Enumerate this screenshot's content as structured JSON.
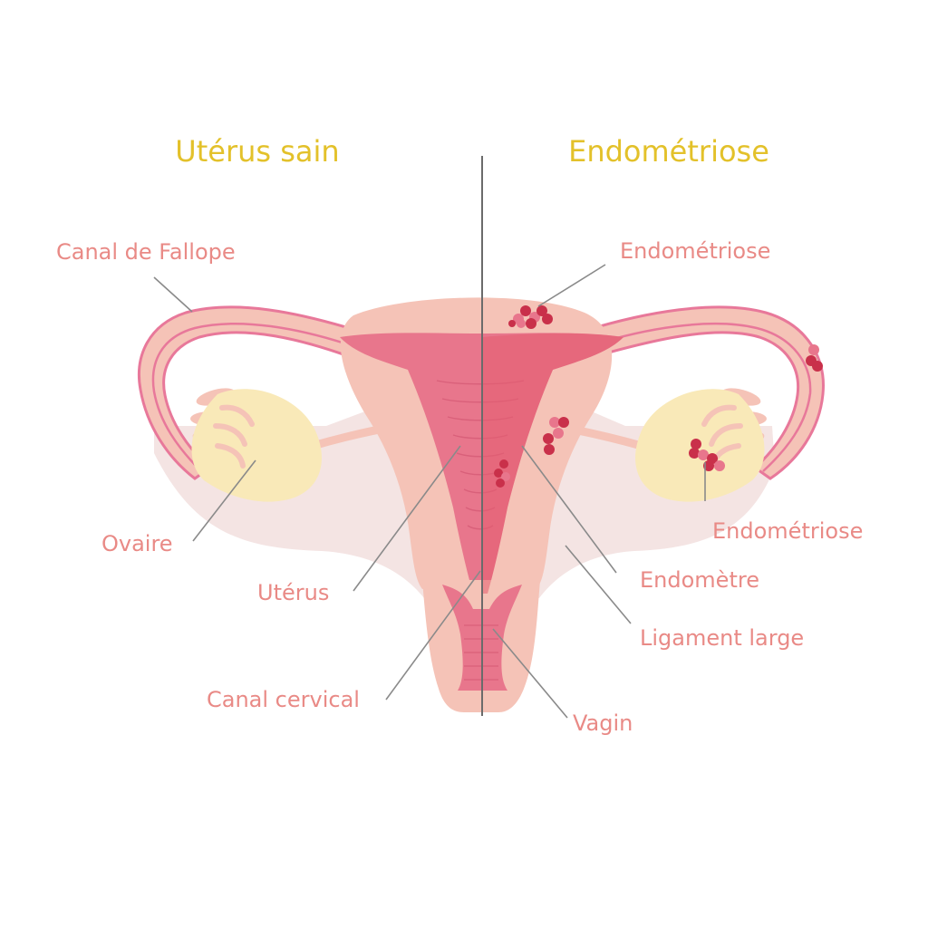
{
  "titles": {
    "left": "Utérus sain",
    "right": "Endométriose"
  },
  "labels": {
    "fallopian_tube": "Canal de Fallope",
    "ovary": "Ovaire",
    "uterus": "Utérus",
    "cervical_canal": "Canal cervical",
    "endometriosis_top": "Endométriose",
    "endometriosis_ovary": "Endométriose",
    "endometrium": "Endomètre",
    "broad_ligament": "Ligament large",
    "vagina": "Vagin"
  },
  "colors": {
    "title": "#e3c12a",
    "label": "#e98a86",
    "leader": "#8a8a8a",
    "tissue": "#f5c3b7",
    "tube_outline": "#e8789a",
    "ligament": "#f4e4e3",
    "ovary": "#f9e9b8",
    "endometrium": "#e8768c",
    "lesion": "#c9304a"
  }
}
